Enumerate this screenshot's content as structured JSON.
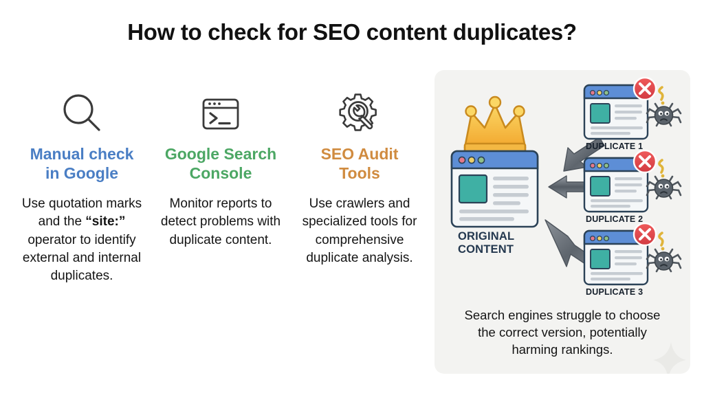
{
  "title": "How to check for SEO content duplicates?",
  "colors": {
    "blue": "#4a7ec4",
    "green": "#4ca764",
    "orange": "#d08b3f",
    "navy": "#24384f",
    "panel_bg": "#f3f3f1",
    "window_titlebar": "#5d8ed6",
    "thumb_teal": "#3fb0a4",
    "badge_red": "#e0474c",
    "crown_gold": "#f6c council"
  },
  "columns": [
    {
      "icon": "magnifier-icon",
      "heading": "Manual check in Google",
      "heading_lines": [
        "Manual check",
        "in Google"
      ],
      "heading_color": "#4a7ec4",
      "body_html": "Use quotation marks and the <b>“site:”</b> operator to identify external and internal duplicates.",
      "body_text": "Use quotation marks and the “site:” operator to identify external and internal duplicates."
    },
    {
      "icon": "console-window-icon",
      "heading": "Google Search Console",
      "heading_lines": [
        "Google Search",
        "Console"
      ],
      "heading_color": "#4ca764",
      "body_html": "Monitor reports to detect problems with duplicate content.",
      "body_text": "Monitor reports to detect problems with duplicate content."
    },
    {
      "icon": "gear-wrench-icon",
      "heading": "SEO Audit Tools",
      "heading_lines": [
        "SEO Audit",
        "Tools"
      ],
      "heading_color": "#d08b3f",
      "body_html": "Use crawlers and specialized tools for comprehensive duplicate analysis.",
      "body_text": "Use crawlers and specialized tools for comprehensive duplicate analysis."
    }
  ],
  "illustration": {
    "original_label_lines": [
      "ORIGINAL",
      "CONTENT"
    ],
    "original_label": "ORIGINAL CONTENT",
    "duplicates": [
      {
        "label": "DUPLICATE 1"
      },
      {
        "label": "DUPLICATE 2"
      },
      {
        "label": "DUPLICATE 3"
      }
    ],
    "caption_lines": [
      "Search engines struggle to choose",
      "the correct version, potentially",
      "harming rankings."
    ],
    "caption": "Search engines struggle to choose the correct version, potentially harming rankings."
  }
}
